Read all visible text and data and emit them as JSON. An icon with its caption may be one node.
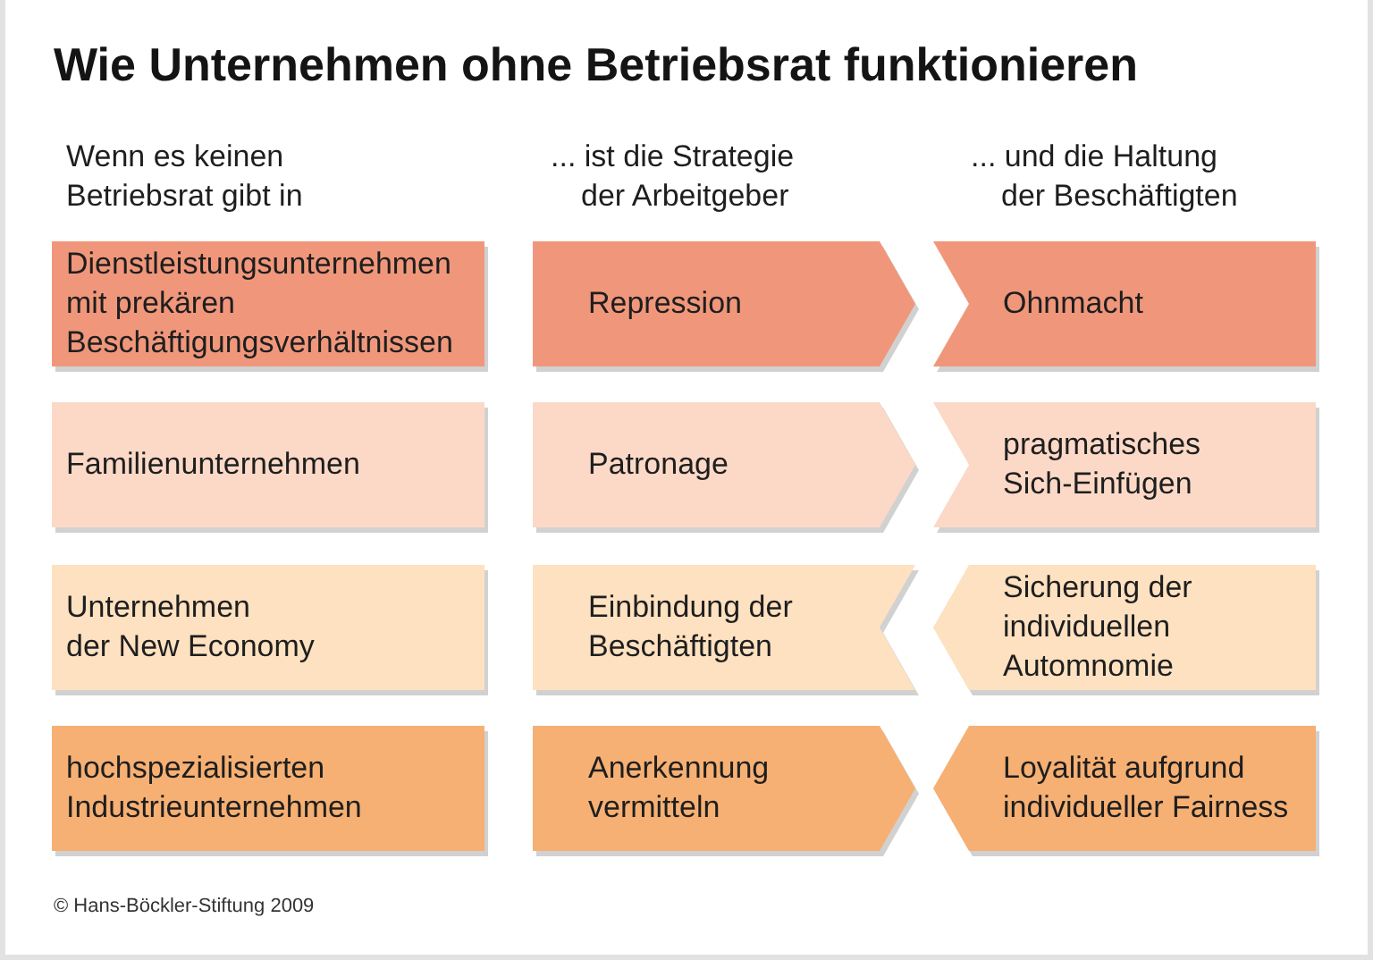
{
  "diagram": {
    "title": "Wie Unternehmen ohne Betriebsrat funktionieren",
    "nodes": [
      {
        "text": [
          "Dienstleistungsunternehmen mit prekären Beschäftigungsverhältnissen"
        ]
      },
      {
        "text": [
          "Repression"
        ]
      },
      {
        "text": [
          "Ohnmacht"
        ]
      },
      {
        "text": [
          "Familienunternehmen"
        ]
      },
      {
        "text": [
          "Patronage"
        ]
      },
      {
        "text": [
          "pragmatisches Sich-Einfügen"
        ]
      },
      {
        "text": [
          "Unternehmen der New Economy"
        ]
      },
      {
        "text": [
          "Einbindung der Beschäftigten"
        ]
      },
      {
        "text": [
          "Sicherung der individuellen Automnomie"
        ]
      },
      {
        "text": [
          "hochspezialisierten Industrieunternehmen"
        ]
      },
      {
        "text": [
          "Anerkennung vermitteln"
        ]
      },
      {
        "text": [
          "Loyalität aufgrund individueller Fairness"
        ]
      }
    ],
    "labels": [
      "Wenn es keinen Betriebsrat gibt in",
      "... ist die Strategie der Arbeitgeber",
      "... und die Haltung der Beschäftigten",
      "© Hans-Böckler-Stiftung 2009"
    ]
  }
}
